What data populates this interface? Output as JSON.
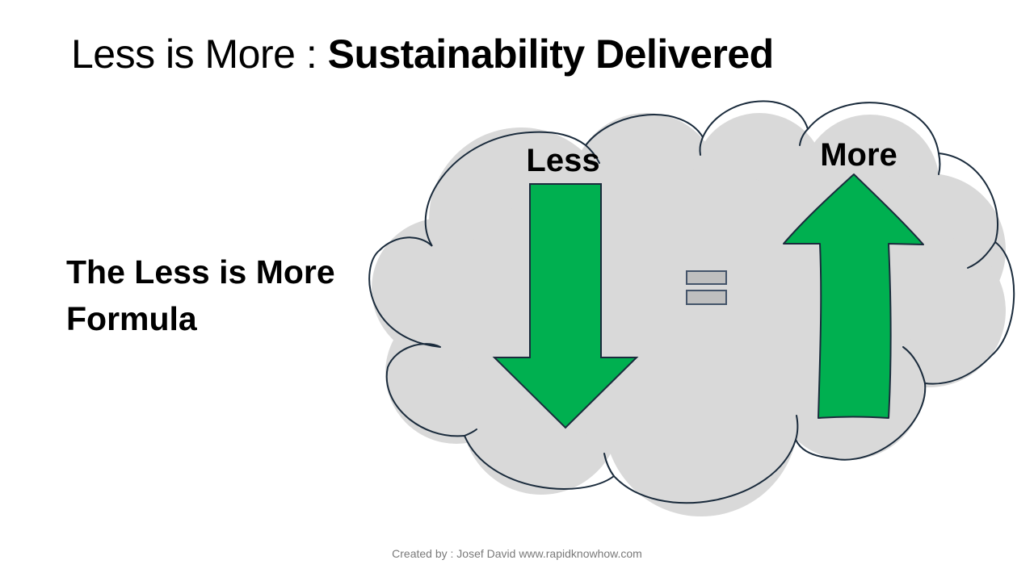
{
  "slide": {
    "title_regular": "Less is More : ",
    "title_bold": "Sustainability Delivered"
  },
  "formula": {
    "line1": "The Less is More",
    "line2": "Formula"
  },
  "diagram": {
    "left_label": "Less",
    "right_label": "More",
    "left_arrow_direction": "down",
    "right_arrow_direction": "up",
    "operator": "equals",
    "colors": {
      "cloud_fill": "#d9d9d9",
      "cloud_outline": "#1a2b3c",
      "arrow_fill": "#00b050",
      "equals_fill": "#bfbfbf",
      "equals_outline": "#44546a"
    }
  },
  "footer": {
    "credit": "Created by : Josef David www.rapidknowhow.com"
  }
}
